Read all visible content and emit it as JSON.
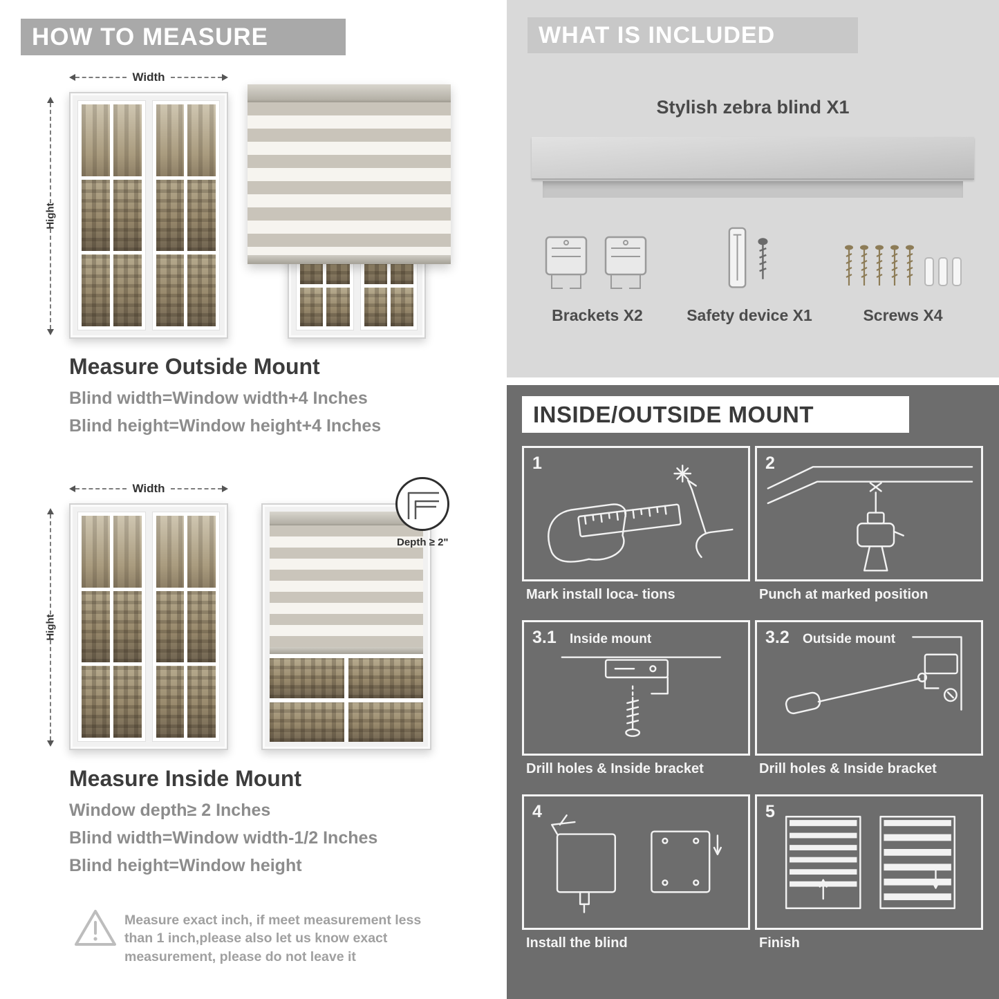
{
  "colors": {
    "banner_gray": "#a9a9a9",
    "included_banner": "#c8c8c8",
    "included_bg": "#d9d9d9",
    "dark_bg": "#6d6d6d",
    "heading_text": "#3c3c3c",
    "body_text": "#8c8c8c"
  },
  "left": {
    "header": "HOW TO MEASURE",
    "labels": {
      "width": "Width",
      "height": "Hight"
    },
    "outside_mount": {
      "title": "Measure Outside Mount",
      "line1": "Blind width=Window width+4 Inches",
      "line2": "Blind height=Window height+4 Inches"
    },
    "inside_mount": {
      "title": "Measure Inside Mount",
      "depth_callout": "Depth ≥ 2\"",
      "line1": "Window depth≥ 2 Inches",
      "line2": "Blind width=Window width-1/2 Inches",
      "line3": "Blind height=Window height"
    },
    "warning_text": "Measure exact inch, if meet measurement less than 1 inch,please also let us know exact measurement, please do not leave it"
  },
  "right": {
    "included": {
      "header": "WHAT IS INCLUDED",
      "product_label": "Stylish zebra blind X1",
      "items": [
        {
          "label": "Brackets X2"
        },
        {
          "label": "Safety device X1"
        },
        {
          "label": "Screws X4"
        }
      ]
    },
    "mount_steps": {
      "header": "INSIDE/OUTSIDE MOUNT",
      "steps": [
        {
          "num": "1",
          "title": "",
          "caption": "Mark install loca- tions"
        },
        {
          "num": "2",
          "title": "",
          "caption": "Punch at  marked position"
        },
        {
          "num": "3.1",
          "title": "Inside mount",
          "caption": "Drill holes &  Inside bracket"
        },
        {
          "num": "3.2",
          "title": "Outside mount",
          "caption": "Drill holes &  Inside bracket"
        },
        {
          "num": "4",
          "title": "",
          "caption": "Install the blind"
        },
        {
          "num": "5",
          "title": "",
          "caption": "Finish"
        }
      ]
    }
  }
}
